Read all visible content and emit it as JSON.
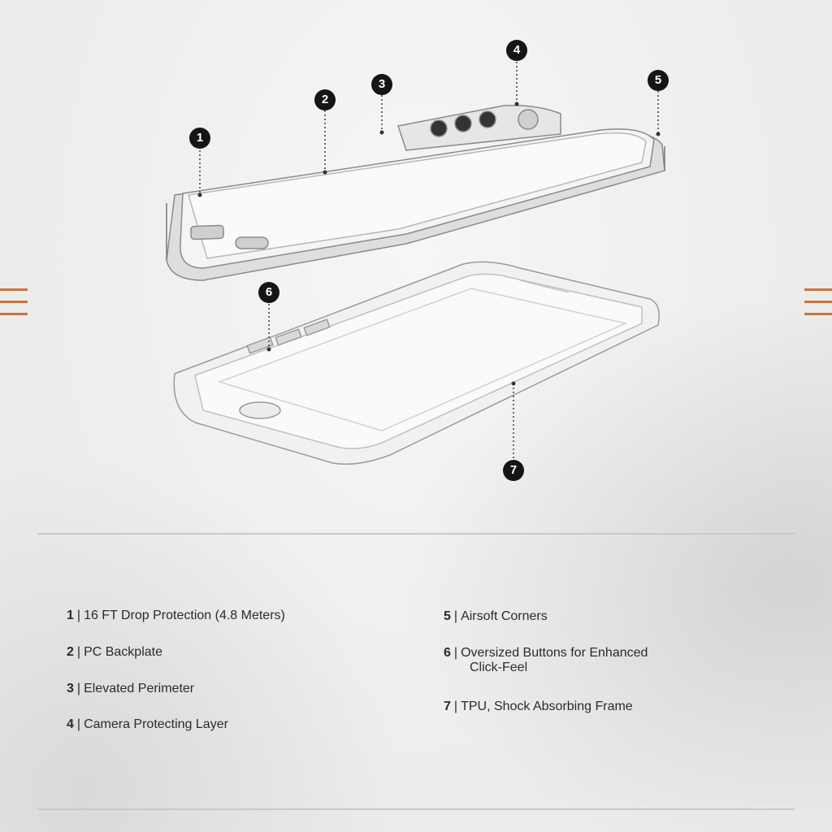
{
  "callouts": [
    "1",
    "2",
    "3",
    "4",
    "5",
    "6",
    "7"
  ],
  "features": [
    {
      "num": "1",
      "label": "16 FT Drop Protection (4.8 Meters)"
    },
    {
      "num": "2",
      "label": "PC Backplate"
    },
    {
      "num": "3",
      "label": "Elevated Perimeter"
    },
    {
      "num": "4",
      "label": "Camera Protecting Layer"
    },
    {
      "num": "5",
      "label": "Airsoft Corners"
    },
    {
      "num": "6",
      "label": "Oversized Buttons for Enhanced",
      "label2": "Click-Feel"
    },
    {
      "num": "7",
      "label": "TPU, Shock Absorbing Frame"
    }
  ],
  "separator": "|",
  "colors": {
    "accent": "#c8733f",
    "badge": "#151515",
    "rule": "#c9c9c8"
  }
}
